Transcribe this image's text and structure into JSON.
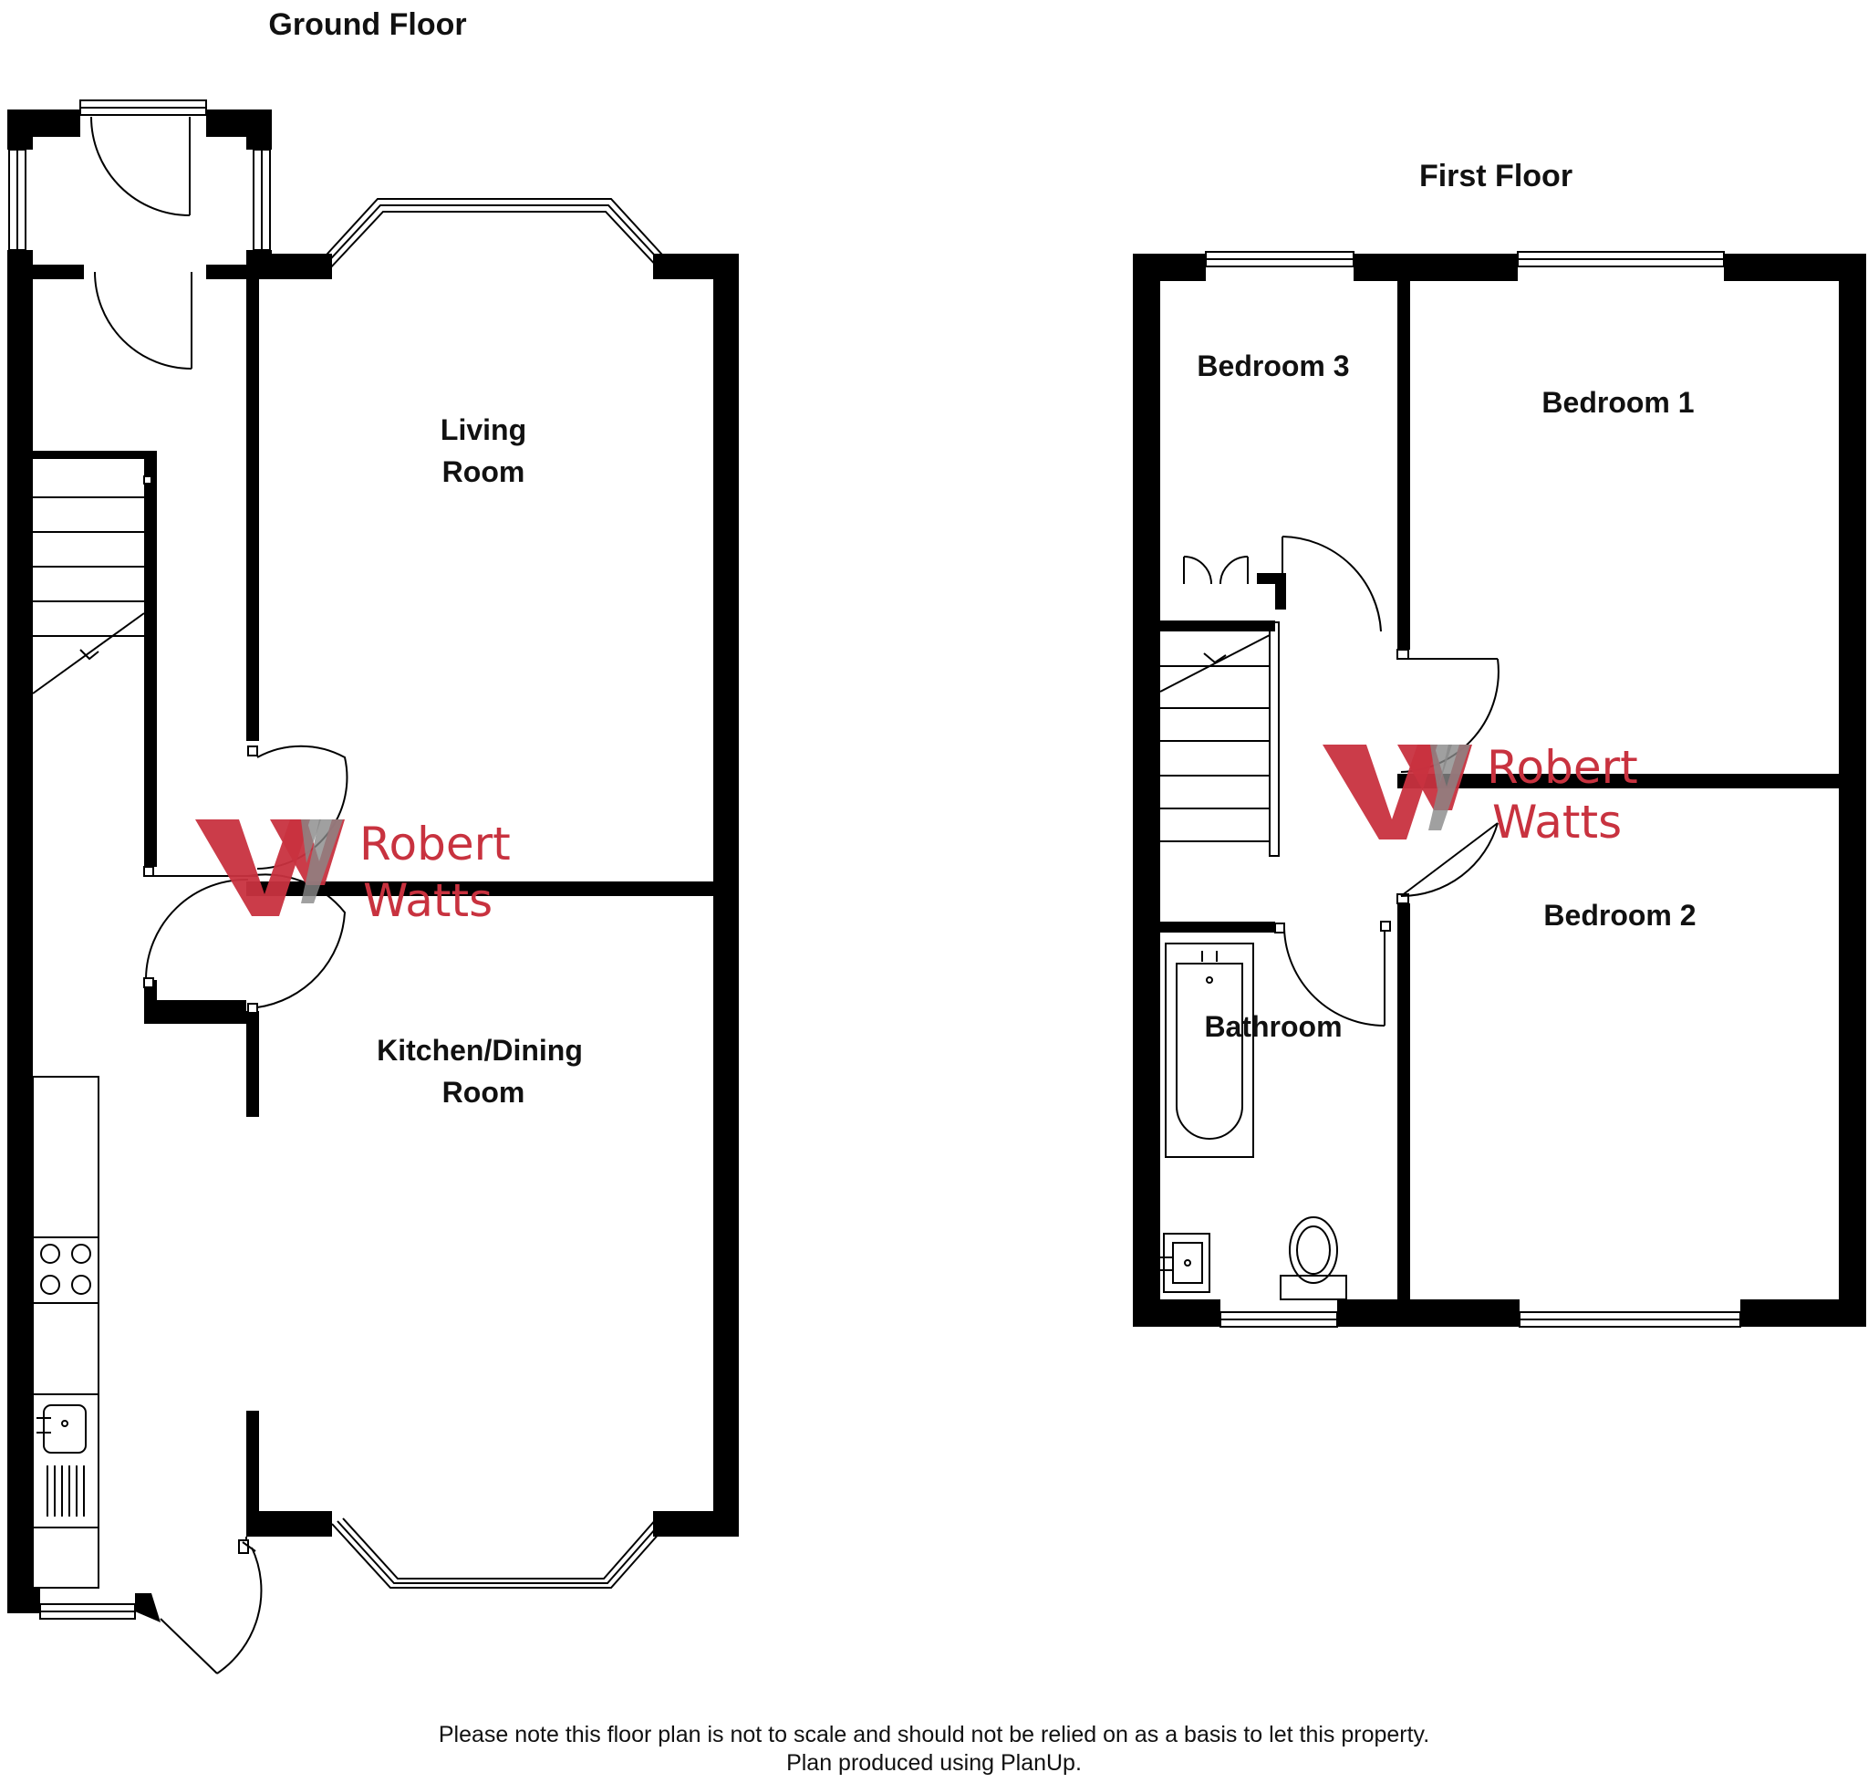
{
  "ground_floor": {
    "title": "Ground Floor",
    "rooms": {
      "living_room": [
        "Living",
        "Room"
      ],
      "kitchen_dining": [
        "Kitchen/Dining",
        "Room"
      ]
    }
  },
  "first_floor": {
    "title": "First Floor",
    "rooms": {
      "bedroom1": "Bedroom 1",
      "bedroom2": "Bedroom 2",
      "bedroom3": "Bedroom 3",
      "bathroom": "Bathroom"
    }
  },
  "watermark": {
    "first": "Robert",
    "last": "Watts",
    "monogram": "W"
  },
  "footer": {
    "line1": "Please note this floor plan is not to scale and should not be relied on as a basis to let this property.",
    "line2": "Plan produced using PlanUp."
  },
  "colors": {
    "wall": "#000000",
    "watermark_red": "#c8323f",
    "watermark_grey": "#888888"
  }
}
